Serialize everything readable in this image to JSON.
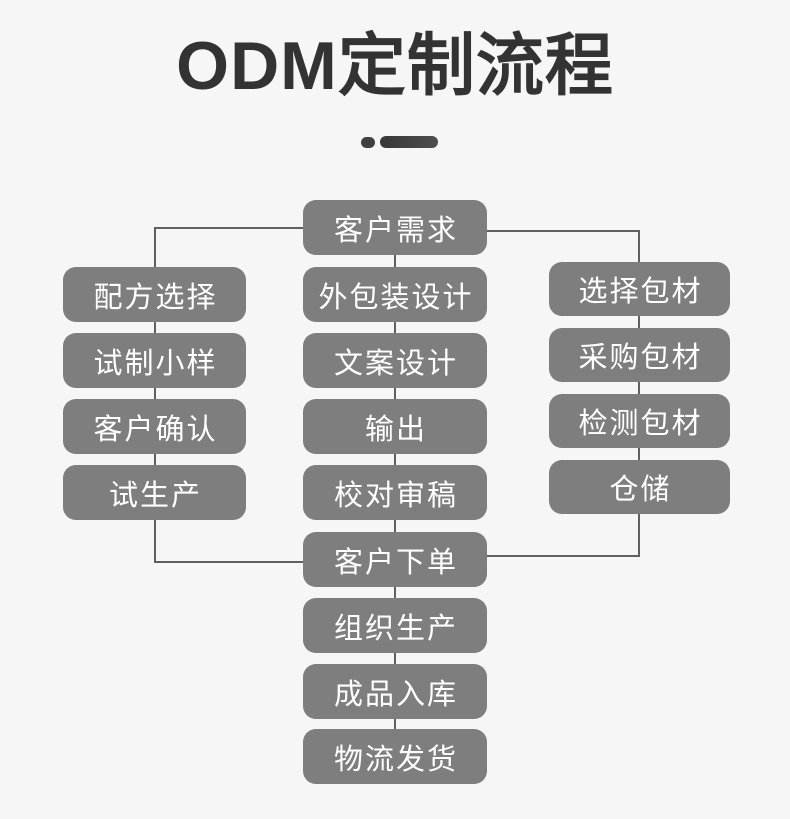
{
  "title": "ODM定制流程",
  "colors": {
    "background": "#f6f6f6",
    "box_fill": "#7e7e7e",
    "box_text": "#ffffff",
    "connector": "#606060",
    "title_text": "#333333",
    "divider": "#404040"
  },
  "flow": {
    "root": "客户需求",
    "left": [
      "配方选择",
      "试制小样",
      "客户确认",
      "试生产"
    ],
    "center": [
      "外包装设计",
      "文案设计",
      "输出",
      "校对审稿"
    ],
    "right": [
      "选择包材",
      "采购包材",
      "检测包材",
      "仓储"
    ],
    "merge": "客户下单",
    "tail": [
      "组织生产",
      "成品入库",
      "物流发货"
    ]
  }
}
